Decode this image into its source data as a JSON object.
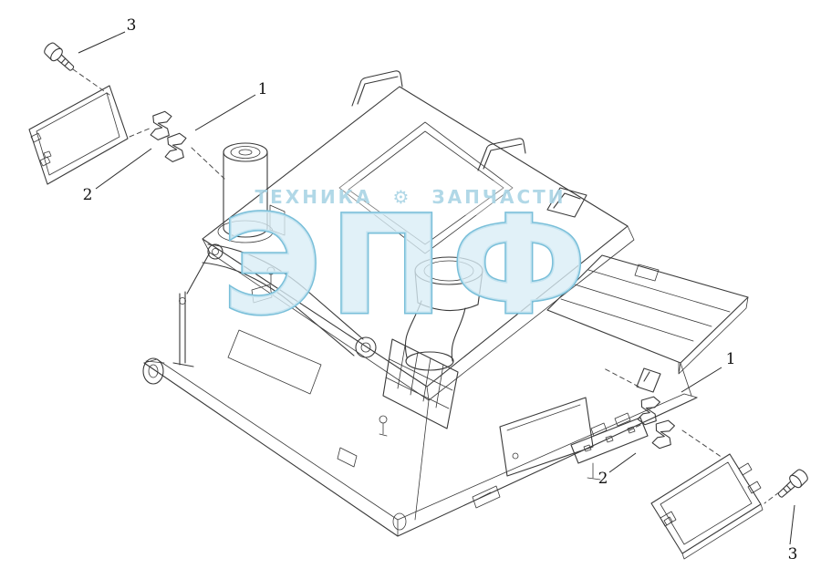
{
  "diagram": {
    "type": "exploded-parts-drawing",
    "line_color": "#3a3a3a",
    "callouts": [
      {
        "label": "3"
      },
      {
        "label": "1"
      },
      {
        "label": "2"
      },
      {
        "label": "1"
      },
      {
        "label": "2"
      },
      {
        "label": "3"
      }
    ],
    "watermark": {
      "title": "ЭПФ",
      "tagline_left": "ТЕХНИКА",
      "gear": "⚙",
      "tagline_right": "ЗАПЧАСТИ",
      "title_fill": "#d9edf6",
      "title_stroke": "#79bfd9",
      "band_fill": "#a9d4e5"
    }
  }
}
